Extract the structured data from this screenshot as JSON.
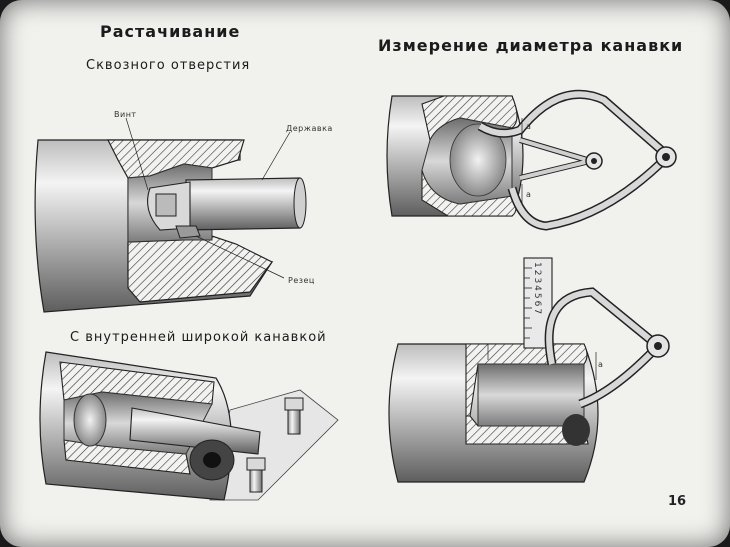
{
  "titles": {
    "main": "Растачивание",
    "through_hole": "Сквозного отверстия",
    "wide_groove": "С внутренней широкой канавкой",
    "groove_measure": "Измерение диаметра канавки"
  },
  "labels": {
    "screw": "Винт",
    "holder": "Державка",
    "cutter": "Резец",
    "dim_a1": "а",
    "dim_a2": "а",
    "dim_a3": "а",
    "ruler_digits": "1234567"
  },
  "page_number": "16"
}
